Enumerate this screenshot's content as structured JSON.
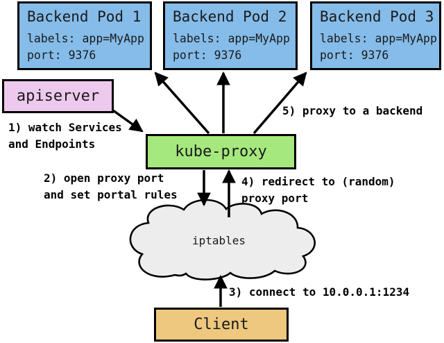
{
  "diagram": {
    "pods": [
      {
        "title": "Backend Pod 1",
        "labels": "labels: app=MyApp",
        "port": "port: 9376"
      },
      {
        "title": "Backend Pod 2",
        "labels": "labels: app=MyApp",
        "port": "port: 9376"
      },
      {
        "title": "Backend Pod 3",
        "labels": "labels: app=MyApp",
        "port": "port: 9376"
      }
    ],
    "apiserver": {
      "label": "apiserver"
    },
    "kube_proxy": {
      "label": "kube-proxy"
    },
    "iptables": {
      "label": "iptables"
    },
    "client": {
      "label": "Client"
    },
    "annotations": {
      "step1": "1) watch Services\nand Endpoints",
      "step2": "2) open proxy port\nand set portal rules",
      "step3": "3) connect to 10.0.0.1:1234",
      "step4": "4) redirect to (random)\nproxy port",
      "step5": "5) proxy to a backend"
    },
    "colors": {
      "pod": "#85bce9",
      "proxy": "#a5e87d",
      "apiserver": "#eec9ee",
      "client": "#edc87e",
      "cloud": "#ededed",
      "stroke": "#000000"
    }
  }
}
